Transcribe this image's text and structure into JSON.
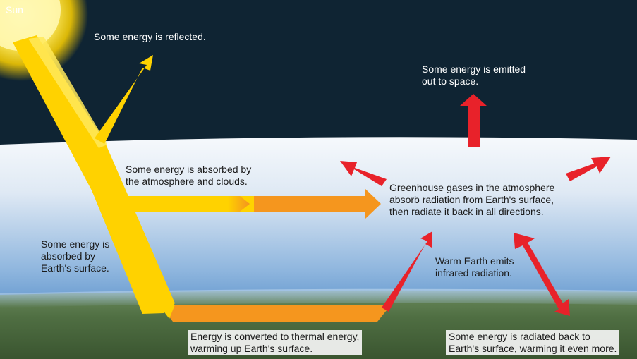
{
  "labels": {
    "sun": "Sun",
    "reflected": "Some energy is reflected.",
    "emitted_space": "Some energy is emitted\nout to space.",
    "absorbed_atmosphere": "Some energy is absorbed by\nthe atmosphere and clouds.",
    "greenhouse": "Greenhouse gases in the atmosphere\nabsorb radiation from Earth's surface,\nthen radiate it back in all directions.",
    "absorbed_surface": "Some energy is\nabsorbed by\nEarth's surface.",
    "warm_earth": "Warm Earth emits\ninfrared radiation.",
    "converted": "Energy is converted to thermal energy,\nwarming up Earth's surface.",
    "radiated_back": "Some energy is radiated back to\nEarth's surface, warming it even more."
  },
  "colors": {
    "space": "#0f2433",
    "atmosphere_top": "#f4f7fb",
    "atmosphere_bottom": "#2a6fb8",
    "ground": "#4c6a3c",
    "solar": "#ffd200",
    "thermal": "#f5961e",
    "infrared": "#e8222a"
  }
}
